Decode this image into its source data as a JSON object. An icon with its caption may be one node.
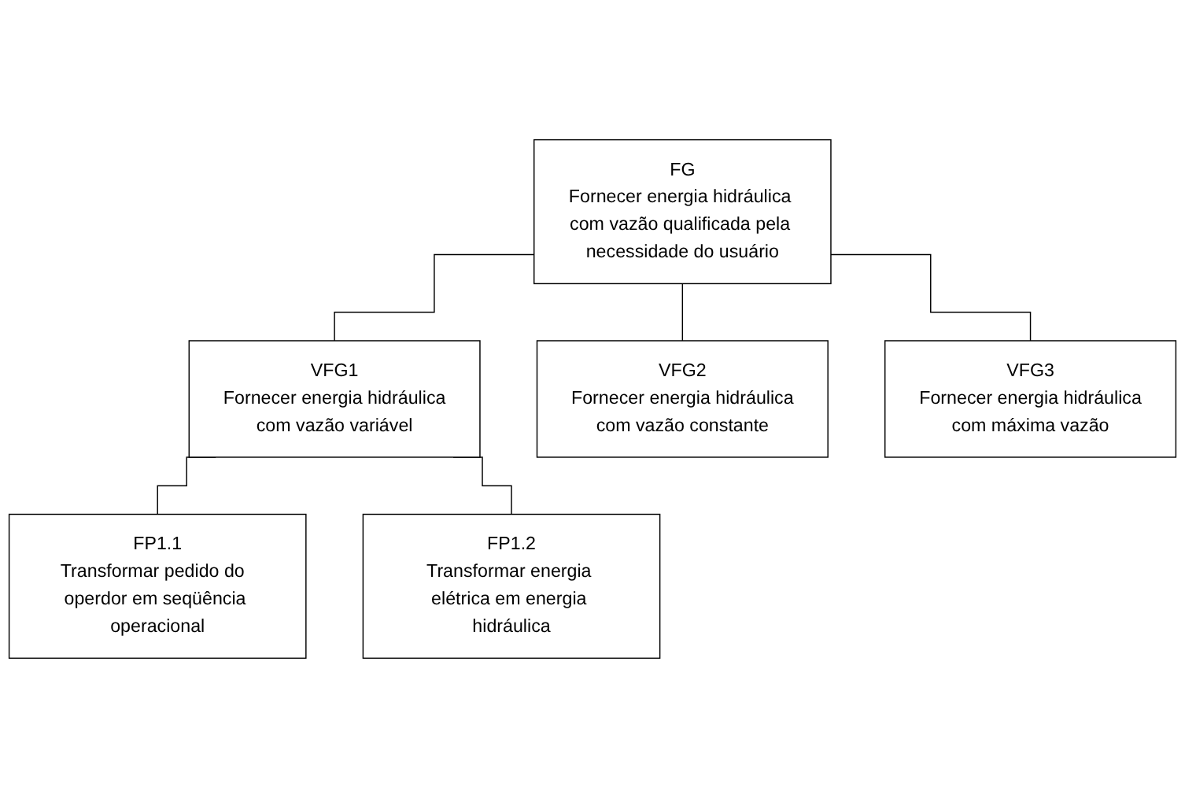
{
  "diagram": {
    "nodes": [
      {
        "text": [
          "FG",
          "Fornecer energia hidráulica com vazão qualificada pela necessidade do usuário"
        ]
      },
      {
        "text": [
          "VFG1",
          "Fornecer energia hidráulica",
          "com vazão variável"
        ]
      },
      {
        "text": [
          "VFG2",
          "Fornecer energia hidráulica",
          "com vazão constante"
        ]
      },
      {
        "text": [
          "VFG3",
          "Fornecer energia hidráulica",
          "com máxima vazão"
        ]
      },
      {
        "text": [
          "FP1.1",
          "Transformar pedido do  operdor em seqüência operacional"
        ]
      },
      {
        "text": [
          "FP1.2",
          "Transformar energia elétrica em energia hidráulica"
        ]
      }
    ],
    "edges": [
      {
        "from": 0,
        "to": 1,
        "arrow": "none"
      },
      {
        "from": 0,
        "to": 2,
        "arrow": "none"
      },
      {
        "from": 0,
        "to": 3,
        "arrow": "none"
      },
      {
        "from": 1,
        "to": 4,
        "arrow": "none"
      },
      {
        "from": 1,
        "to": 5,
        "arrow": "none"
      }
    ]
  }
}
